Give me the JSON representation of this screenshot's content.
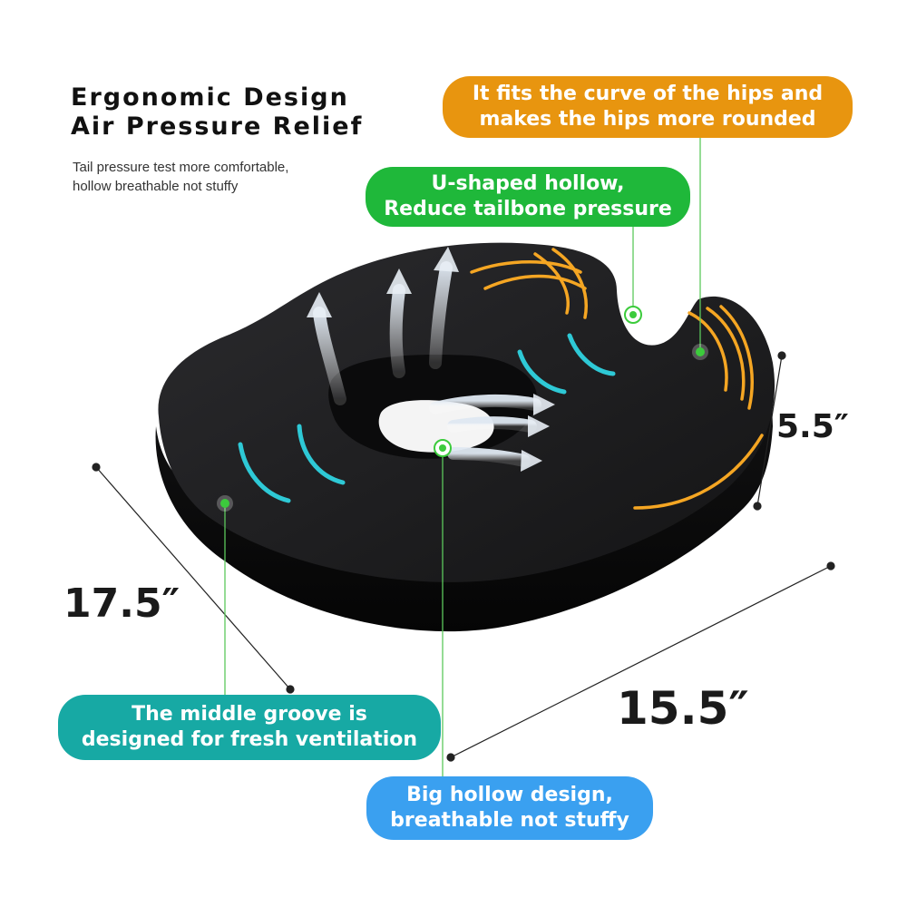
{
  "heading": {
    "line1": "Ergonomic Design",
    "line2": "Air Pressure Relief"
  },
  "subtext": {
    "line1": "Tail pressure test more comfortable,",
    "line2": "hollow breathable not stuffy"
  },
  "callouts": {
    "hips": {
      "line1": "It fits the curve of the hips and",
      "line2": "makes the hips more rounded",
      "color": "#E8950F"
    },
    "u_shape": {
      "line1": "U-shaped hollow,",
      "line2": "Reduce tailbone pressure",
      "color": "#1FB83A"
    },
    "groove": {
      "line1": "The middle groove is",
      "line2": "designed for fresh ventilation",
      "color": "#17A9A4"
    },
    "hollow": {
      "line1": "Big hollow design,",
      "line2": "breathable not stuffy",
      "color": "#3AA0F0"
    }
  },
  "dimensions": {
    "width": "17.5″",
    "height": "5.5″",
    "depth": "15.5″"
  },
  "colors": {
    "cushion": "#1c1c1e",
    "cushion_side": "#0d0d0e",
    "accent_orange": "#F5A623",
    "accent_cyan": "#2EC9D6",
    "marker_green": "#3CCB3C"
  }
}
